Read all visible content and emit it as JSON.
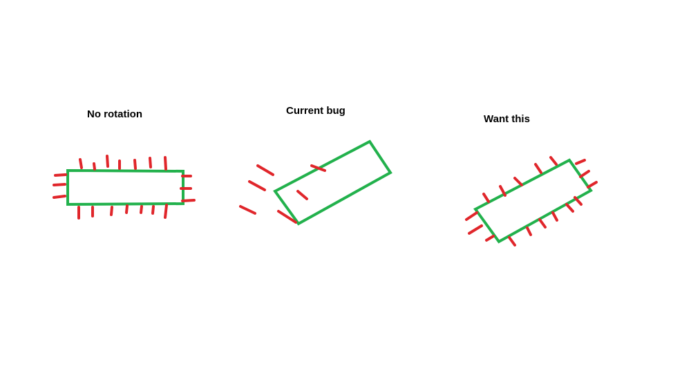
{
  "panels": [
    {
      "label": "No rotation"
    },
    {
      "label": "Current bug"
    },
    {
      "label": "Want this"
    }
  ],
  "colors": {
    "outline": "#22b14c",
    "tick": "#e0262b",
    "text": "#000000",
    "background": "#ffffff"
  }
}
